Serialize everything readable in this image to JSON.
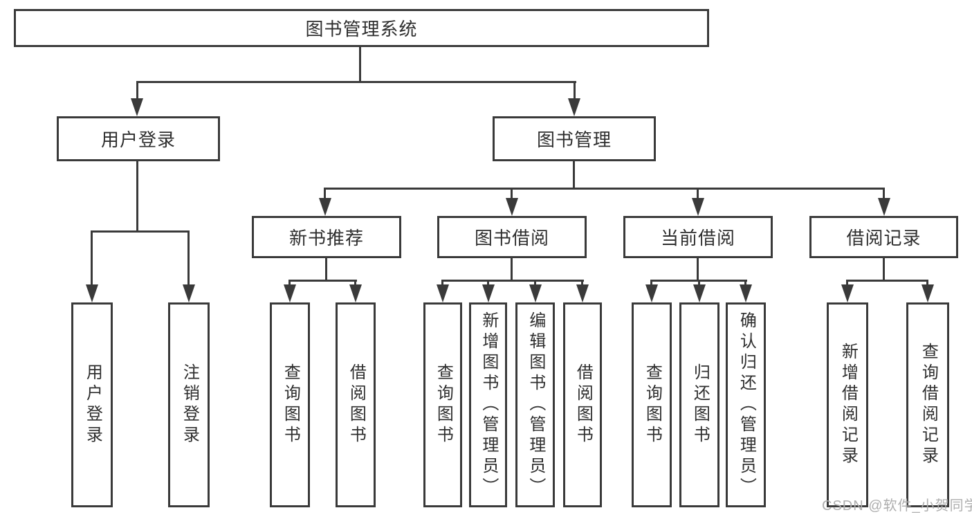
{
  "tree": {
    "label": "图书管理系统",
    "children": [
      {
        "label": "用户登录",
        "children": [
          {
            "label": "用户登录"
          },
          {
            "label": "注销登录"
          }
        ]
      },
      {
        "label": "图书管理",
        "children": [
          {
            "label": "新书推荐",
            "children": [
              {
                "label": "查询图书"
              },
              {
                "label": "借阅图书"
              }
            ]
          },
          {
            "label": "图书借阅",
            "children": [
              {
                "label": "查询图书"
              },
              {
                "label": "新增图书（管理员）"
              },
              {
                "label": "编辑图书（管理员）"
              },
              {
                "label": "借阅图书"
              }
            ]
          },
          {
            "label": "当前借阅",
            "children": [
              {
                "label": "查询图书"
              },
              {
                "label": "归还图书"
              },
              {
                "label": "确认归还（管理员）"
              }
            ]
          },
          {
            "label": "借阅记录",
            "children": [
              {
                "label": "新增借阅记录"
              },
              {
                "label": "查询借阅记录"
              }
            ]
          }
        ]
      }
    ]
  },
  "watermark": {
    "text": "CSDN @软件_小贺同学"
  },
  "colors": {
    "line": "#3a3a3a",
    "text": "#2e2e2e",
    "background": "#ffffff",
    "watermark": "#aeaeae"
  }
}
